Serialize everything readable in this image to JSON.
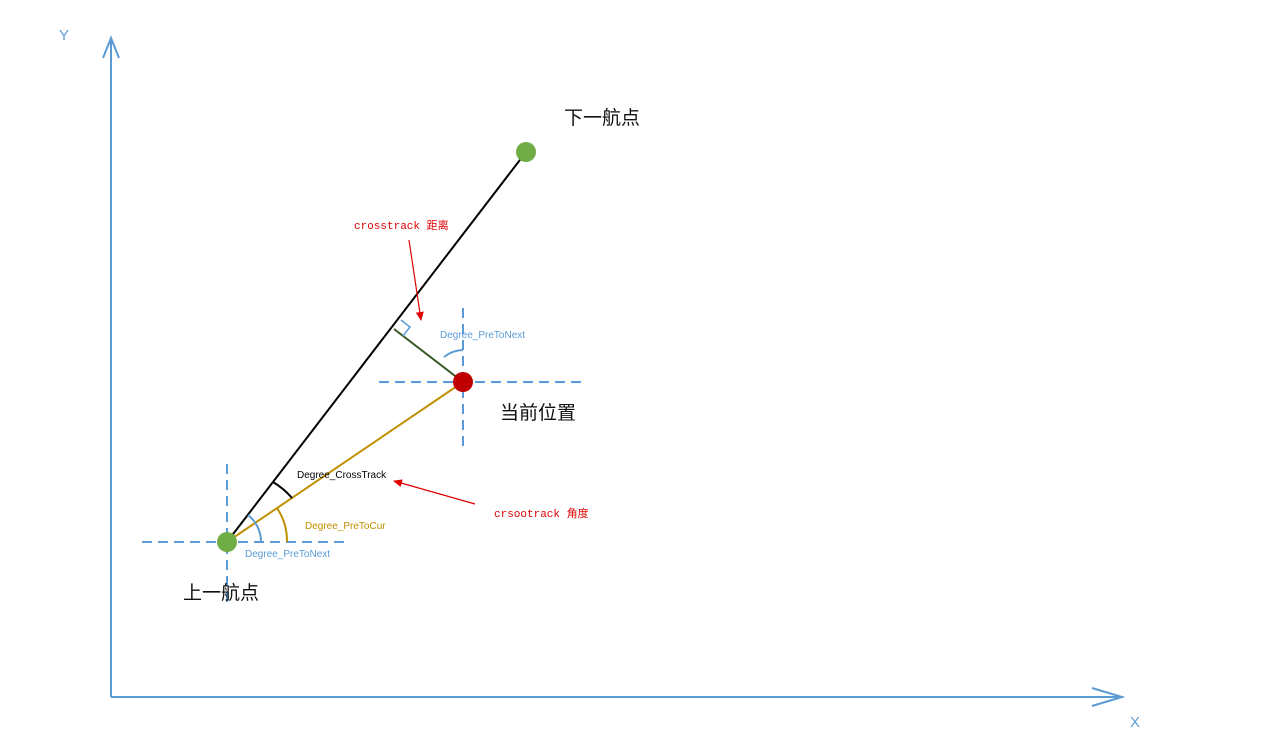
{
  "axes": {
    "x_label": "X",
    "y_label": "Y"
  },
  "points": {
    "prev_waypoint": "上一航点",
    "next_waypoint": "下一航点",
    "current_position": "当前位置"
  },
  "angles": {
    "degree_crosstrack": "Degree_CrossTrack",
    "degree_pretocur": "Degree_PreToCur",
    "degree_pretonext_at_prev": "Degree_PreToNext",
    "degree_pretonext_at_current": "Degree_PreToNext"
  },
  "annotations": {
    "crosstrack_distance": "crosstrack 距离",
    "crosstrack_angle": "crsootrack 角度"
  },
  "colors": {
    "axis": "#5b9bd5",
    "waypoint": "#70ad47",
    "current": "#c00000",
    "track_line": "#000000",
    "pretocur_line": "#bf9000",
    "perpendicular": "#385723",
    "annotation_red": "#e00000",
    "angle_blue": "#5b9bd5"
  }
}
